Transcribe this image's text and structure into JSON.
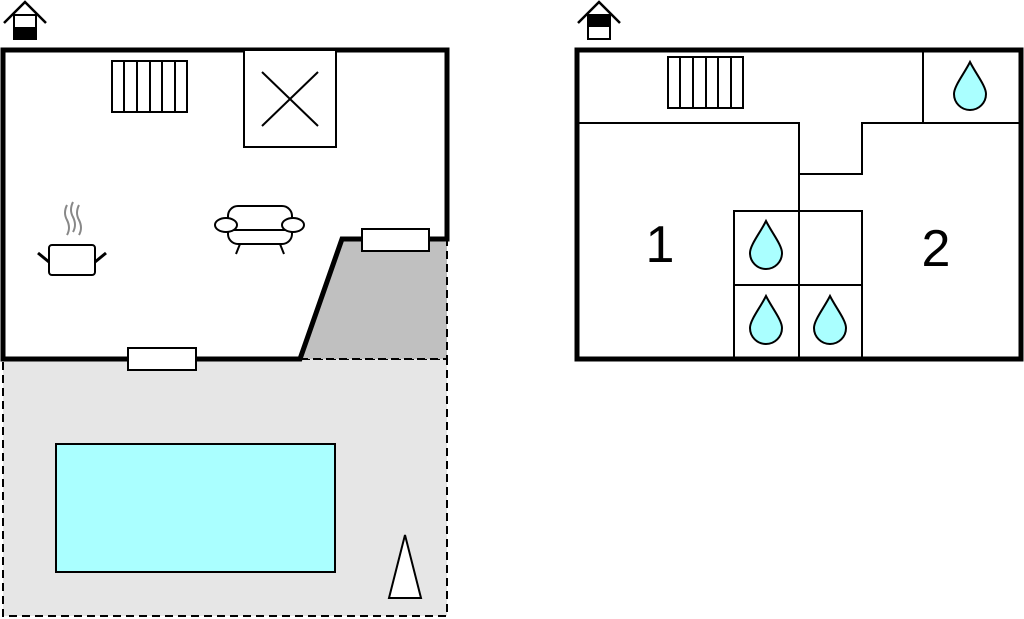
{
  "plans": [
    {
      "name": "ground-floor",
      "icon": "house-ground-floor-icon"
    },
    {
      "name": "upper-floor",
      "icon": "house-upper-floor-icon"
    }
  ],
  "rooms": {
    "room1_label": "1",
    "room2_label": "2"
  },
  "colors": {
    "pool": "#aaffff",
    "terrace": "#e6e6e6",
    "covered": "#c0c0c0",
    "water": "#aaffff",
    "wall": "#000000"
  }
}
